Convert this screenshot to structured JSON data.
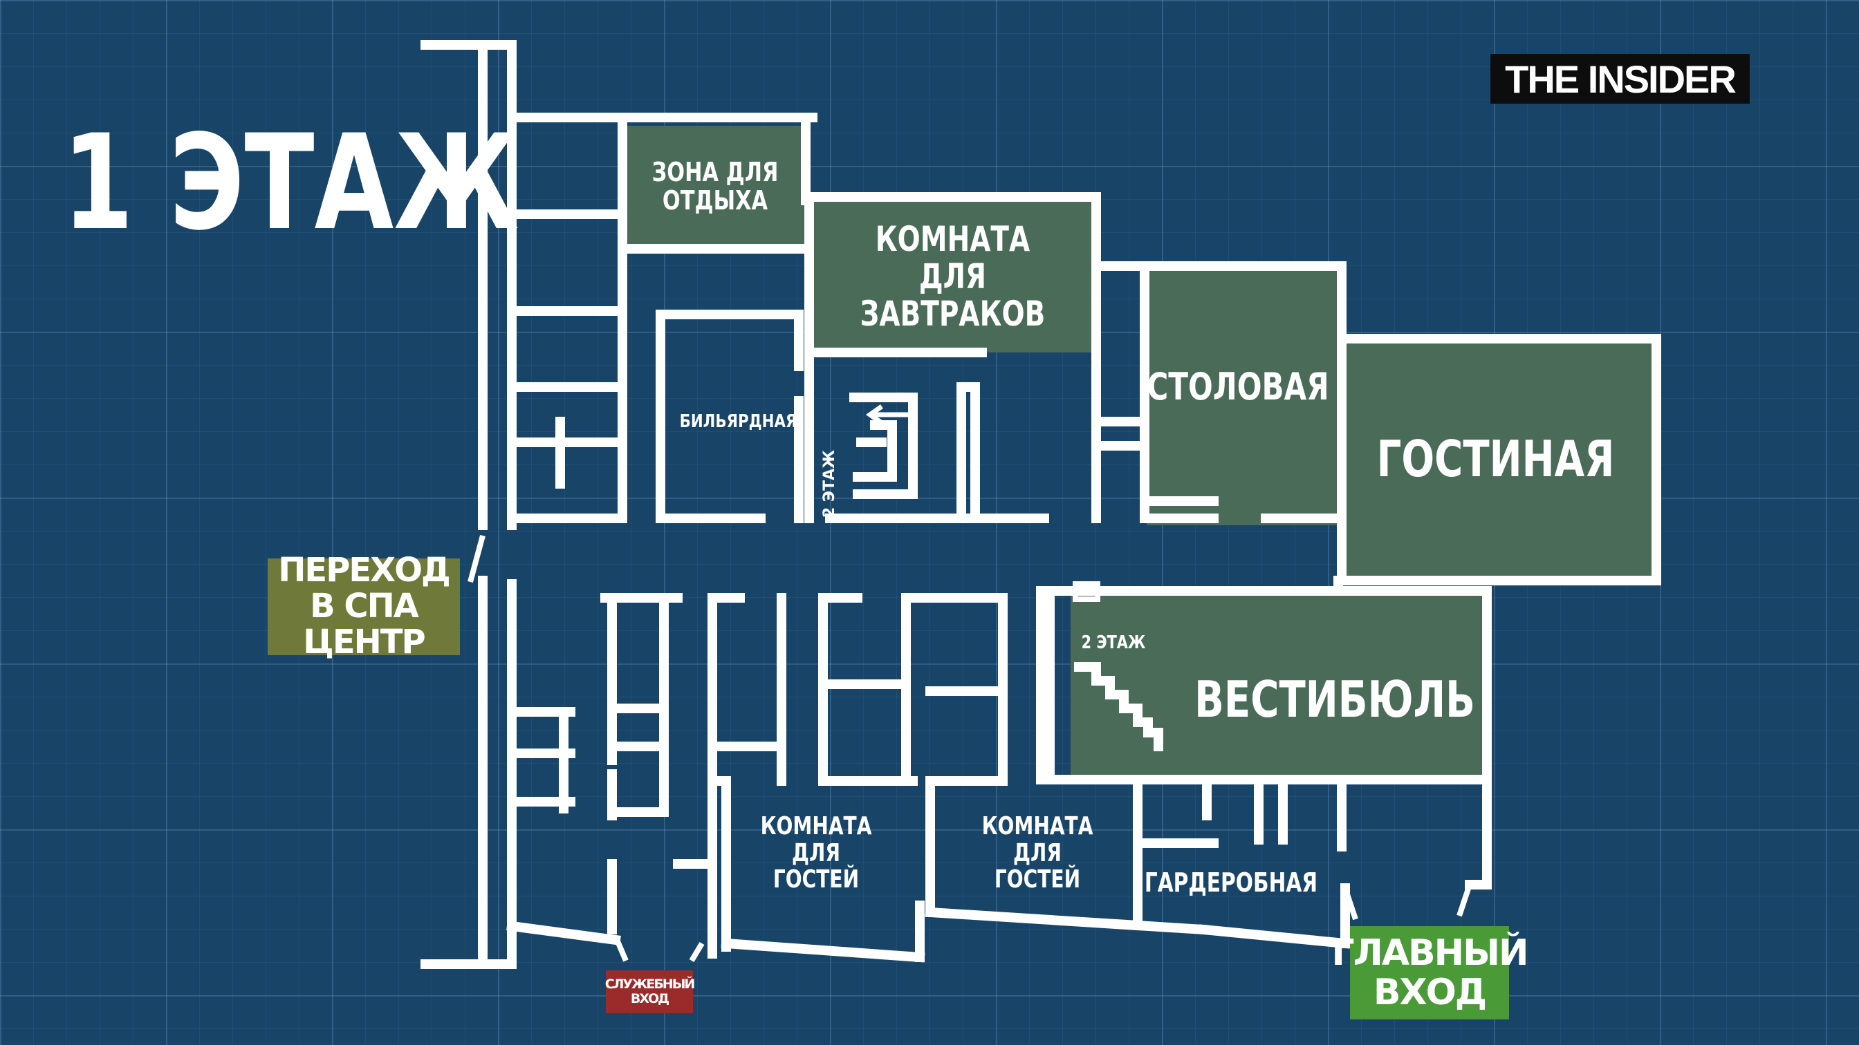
{
  "floor_title": "1 ЭТАЖ",
  "logo_text": "THE INSIDER",
  "rooms": {
    "lounge": "ЗОНА ДЛЯ\nОТДЫХА",
    "breakfast": "КОМНАТА ДЛЯ\nЗАВТРАКОВ",
    "dining": "СТОЛОВАЯ",
    "living": "ГОСТИНАЯ",
    "billiard": "БИЛЬЯРДНАЯ",
    "lobby": "ВЕСТИБЮЛЬ",
    "guest_room_1": "КОМНАТА\nДЛЯ\nГОСТЕЙ",
    "guest_room_2": "КОМНАТА\nДЛЯ\nГОСТЕЙ",
    "cloakroom": "ГАРДЕРОБНАЯ",
    "stairs_upper": "2 ЭТАЖ",
    "stairs_lobby": "2 ЭТАЖ"
  },
  "badges": {
    "spa_passage": "ПЕРЕХОД\nВ СПА ЦЕНТР",
    "service_entrance": "СЛУЖЕБНЫЙ\nВХОД",
    "main_entrance": "ГЛАВНЫЙ\nВХОД"
  },
  "colors": {
    "background": "#184468",
    "walls": "#ffffff",
    "highlight_room": "#4a6b58",
    "spa_badge": "#6f7a3a",
    "service_badge": "#9b2a2a",
    "main_badge": "#4a9a38",
    "logo_bg": "#0d0d0d"
  }
}
